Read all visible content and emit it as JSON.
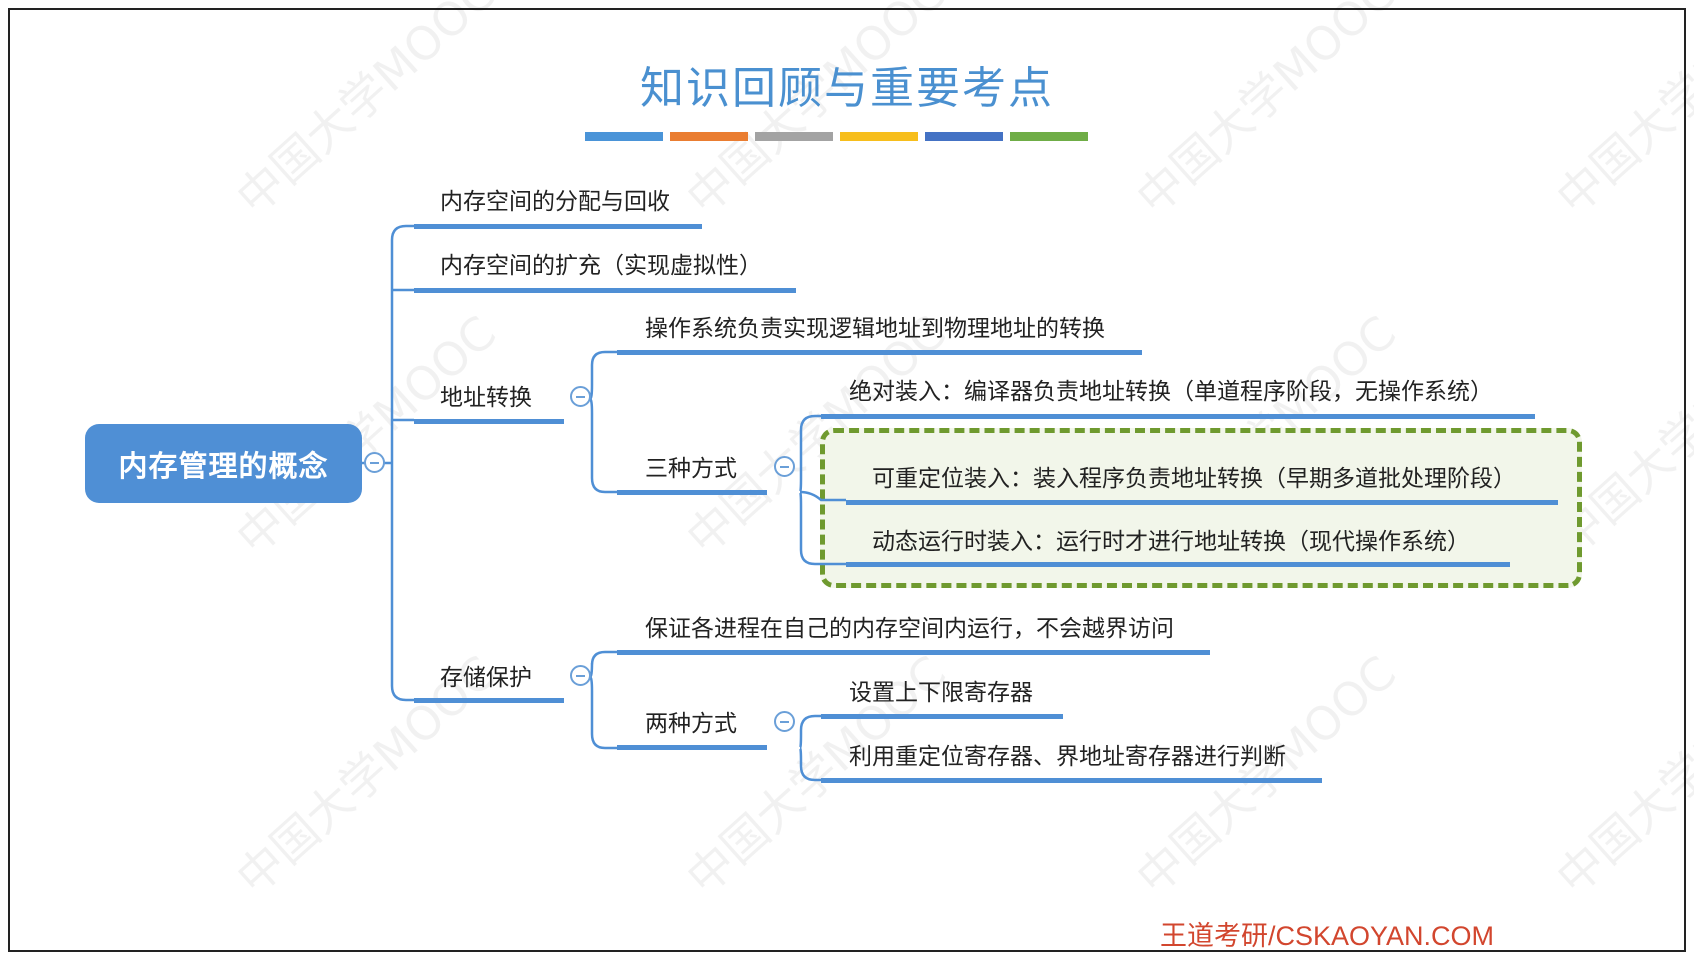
{
  "title": "知识回顾与重要考点",
  "color_bars": [
    "#4a94d8",
    "#ea7d31",
    "#a3a3a3",
    "#f7be1c",
    "#4472c4",
    "#6fad46"
  ],
  "watermark": "中国大学MOOC",
  "root": "内存管理的概念",
  "level1": {
    "alloc": "内存空间的分配与回收",
    "expand": "内存空间的扩充（实现虚拟性）",
    "addr": "地址转换",
    "protect": "存储保护"
  },
  "addr": {
    "os": "操作系统负责实现逻辑地址到物理地址的转换",
    "three": "三种方式",
    "absolute": "绝对装入：编译器负责地址转换（单道程序阶段，无操作系统）",
    "relocatable": "可重定位装入：装入程序负责地址转换（早期多道批处理阶段）",
    "dynamic": "动态运行时装入：运行时才进行地址转换（现代操作系统）"
  },
  "protect": {
    "desc": "保证各进程在自己的内存空间内运行，不会越界访问",
    "two": "两种方式",
    "bounds": "设置上下限寄存器",
    "relocate": "利用重定位寄存器、界地址寄存器进行判断"
  },
  "footer": "王道考研/CSKAOYAN.COM"
}
